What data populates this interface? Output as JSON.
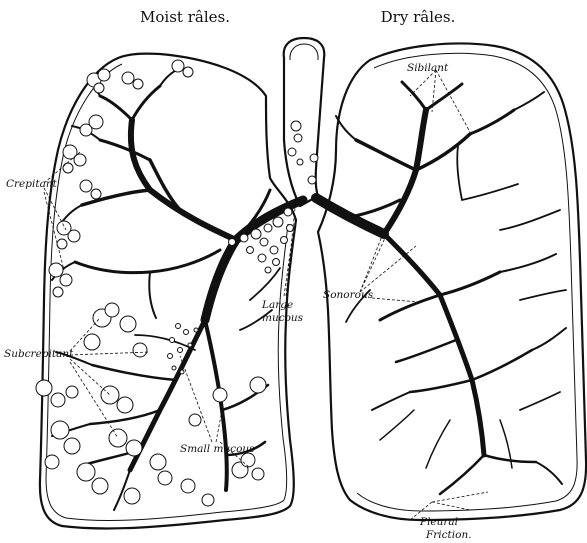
{
  "titles": {
    "left": "Moist râles.",
    "right": "Dry râles."
  },
  "labels": {
    "crepitant": "Crepitant",
    "subcrepitant": "Subcrepitant",
    "large_mucous_line1": "Large",
    "large_mucous_line2": "mucous",
    "small_mucous": "Small mucous",
    "sibilant": "Sibilant",
    "sonorous": "Sonorous",
    "pleural_line1": "Pleural",
    "pleural_line2": "Friction."
  }
}
